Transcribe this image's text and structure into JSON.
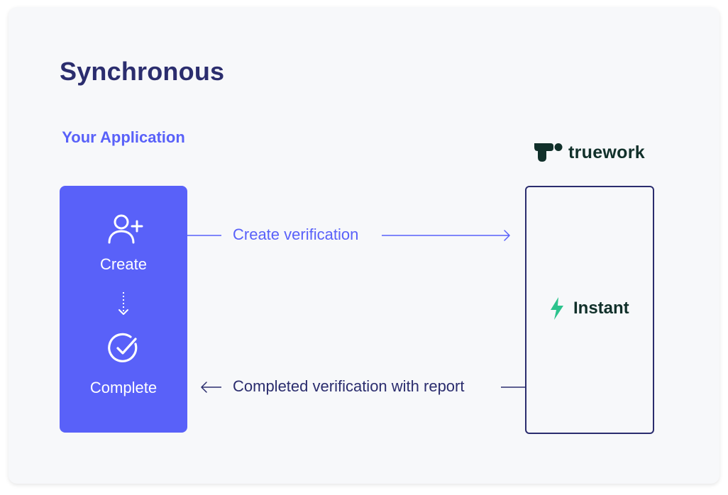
{
  "diagram": {
    "title": "Synchronous",
    "application": {
      "label": "Your Application",
      "create_label": "Create",
      "complete_label": "Complete"
    },
    "truework": {
      "brand": "truework",
      "instant_label": "Instant"
    },
    "flows": {
      "request_label": "Create verification",
      "response_label": "Completed verification with report"
    },
    "colors": {
      "primary": "#5961f9",
      "navy": "#2b2d6e",
      "brand_dark": "#11302a",
      "instant_green": "#2cc38d",
      "card_bg": "#f7f8fa"
    },
    "icons": {
      "create": "user-plus-icon",
      "complete": "check-circle-icon",
      "brand": "truework-logo-icon",
      "instant": "lightning-icon"
    }
  }
}
